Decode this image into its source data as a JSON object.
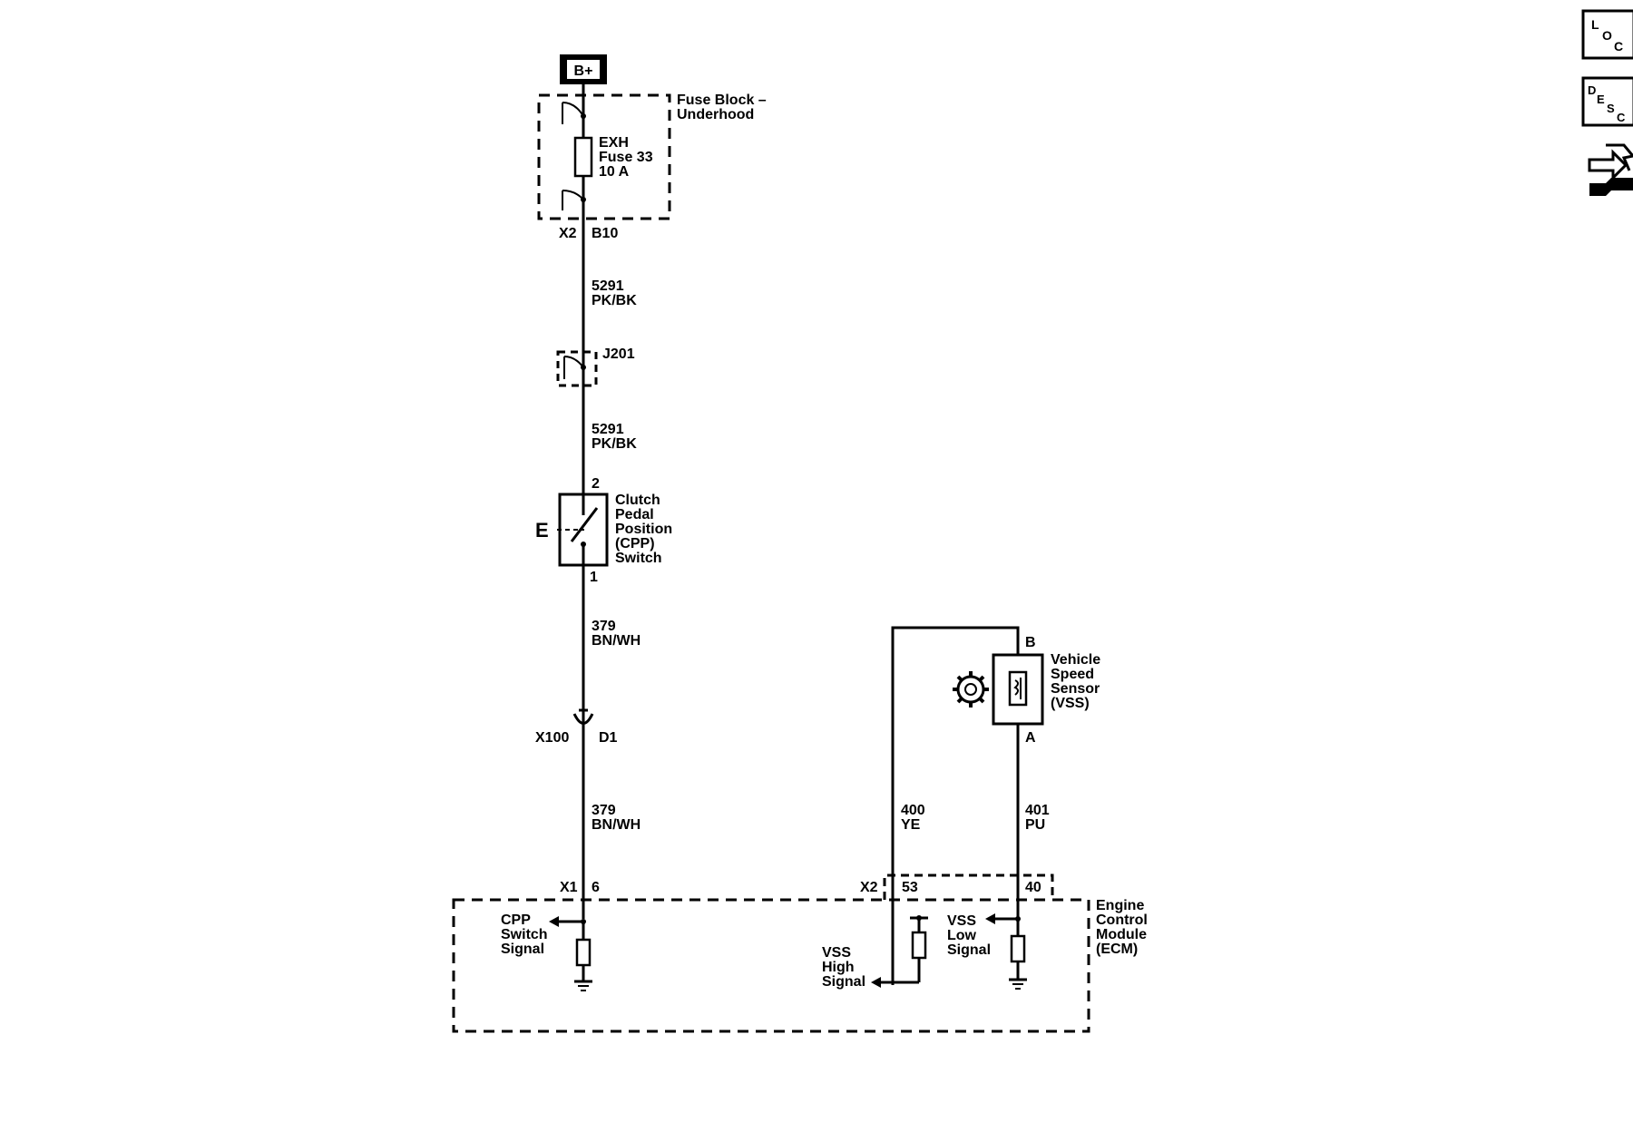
{
  "power": {
    "label": "B+"
  },
  "fuse_block": {
    "title_line1": "Fuse Block –",
    "title_line2": "Underhood",
    "fuse_line1": "EXH",
    "fuse_line2": "Fuse 33",
    "fuse_line3": "10 A",
    "connector": "X2",
    "pin": "B10"
  },
  "wire_5291_upper": {
    "circuit": "5291",
    "color": "PK/BK"
  },
  "splice": {
    "label": "J201"
  },
  "wire_5291_lower": {
    "circuit": "5291",
    "color": "PK/BK"
  },
  "cpp_switch": {
    "pin_top": "2",
    "pin_bottom": "1",
    "line1": "Clutch",
    "line2": "Pedal",
    "line3": "Position",
    "line4": "(CPP)",
    "line5": "Switch",
    "side_mark": "E"
  },
  "wire_379_upper": {
    "circuit": "379",
    "color": "BN/WH"
  },
  "inline_connector": {
    "name": "X100",
    "pin": "D1"
  },
  "wire_379_lower": {
    "circuit": "379",
    "color": "BN/WH"
  },
  "ecm": {
    "x1_connector": "X1",
    "x1_pin": "6",
    "x2_connector": "X2",
    "x2_pin_high": "53",
    "x2_pin_low": "40",
    "title_line1": "Engine",
    "title_line2": "Control",
    "title_line3": "Module",
    "title_line4": "(ECM)",
    "cpp_signal_line1": "CPP",
    "cpp_signal_line2": "Switch",
    "cpp_signal_line3": "Signal",
    "vss_high_line1": "VSS",
    "vss_high_line2": "High",
    "vss_high_line3": "Signal",
    "vss_low_line1": "VSS",
    "vss_low_line2": "Low",
    "vss_low_line3": "Signal"
  },
  "vss": {
    "pin_top": "B",
    "pin_bottom": "A",
    "line1": "Vehicle",
    "line2": "Speed",
    "line3": "Sensor",
    "line4": "(VSS)"
  },
  "wire_400": {
    "circuit": "400",
    "color": "YE"
  },
  "wire_401": {
    "circuit": "401",
    "color": "PU"
  },
  "nav": {
    "loc": {
      "l": "L",
      "o": "O",
      "c": "C"
    },
    "desc": {
      "d": "D",
      "e": "E",
      "s": "S",
      "c": "C"
    },
    "icons": [
      "loc-icon",
      "desc-icon",
      "connector-tool-icon"
    ]
  }
}
